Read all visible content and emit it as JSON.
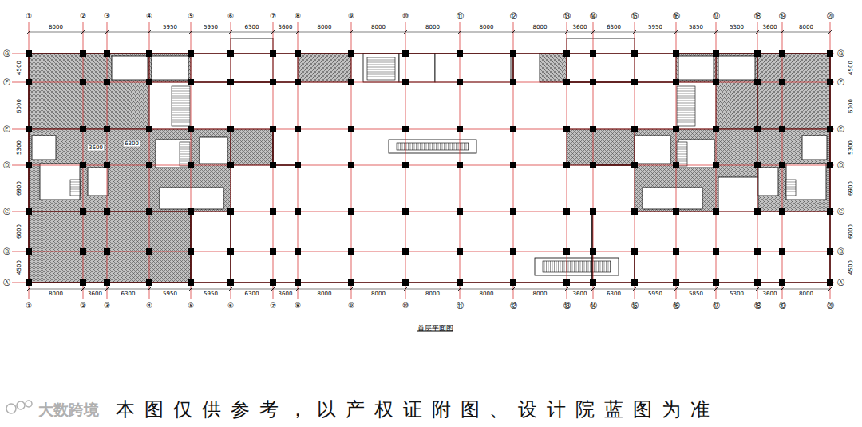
{
  "diagram": {
    "title": "首层平面图",
    "caption": "本图仅供参考，以产权证附图、设计院蓝图为准",
    "labels": [
      "①",
      "②",
      "③",
      "④",
      "⑤",
      "⑥",
      "⑦",
      "⑧",
      "⑨",
      "⑩",
      "⑪",
      "⑫",
      "⑬",
      "⑭",
      "⑮",
      "⑯",
      "⑰",
      "⑱",
      "⑲",
      "⑳",
      "8000",
      "5950",
      "5950",
      "6300",
      "3600",
      "8000",
      "8000",
      "8000",
      "8000",
      "8000",
      "3600",
      "6300",
      "5950",
      "5850",
      "5300",
      "3600",
      "8000",
      "8000",
      "3600",
      "6300",
      "5950",
      "5950",
      "6300",
      "3600",
      "8000",
      "8000",
      "8000",
      "8000",
      "8000",
      "3600",
      "6300",
      "5950",
      "5850",
      "5300",
      "3600",
      "8000",
      "①",
      "②",
      "③",
      "④",
      "⑤",
      "⑥",
      "⑦",
      "⑧",
      "⑨",
      "⑩",
      "⑪",
      "⑫",
      "⑬",
      "⑭",
      "⑮",
      "⑯",
      "⑰",
      "⑱",
      "⑲",
      "⑳",
      "Ⓖ",
      "Ⓕ",
      "Ⓔ",
      "Ⓓ",
      "Ⓒ",
      "Ⓑ",
      "Ⓐ",
      "4500",
      "6000",
      "5300",
      "6900",
      "6000",
      "4500",
      "Ⓖ",
      "Ⓕ",
      "Ⓔ",
      "Ⓓ",
      "Ⓒ",
      "Ⓑ",
      "Ⓐ",
      "4500",
      "6000",
      "5300",
      "6900",
      "6000",
      "4500",
      "3600",
      "6300",
      "大数跨境"
    ]
  }
}
